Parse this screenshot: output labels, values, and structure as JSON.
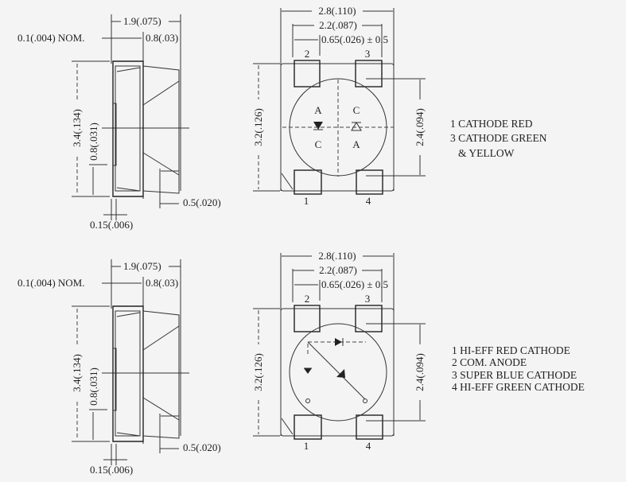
{
  "side_view": {
    "width": "1.9(.075)",
    "nom": "0.1(.004) NOM.",
    "lens": "0.8(.03)",
    "height": "3.4(.134)",
    "pad_height": "0.8(.031)",
    "pad_width": "0.5(.020)",
    "thickness": "0.15(.006)"
  },
  "front_view": {
    "width": "2.8(.110)",
    "pad_span": "2.2(.087)",
    "pad_width": "0.65(.026) ± 0.5",
    "height": "3.2(.126)",
    "lens_dia": "2.4(.094)",
    "pins": [
      "1",
      "2",
      "3",
      "4"
    ]
  },
  "top_package": {
    "symbols": {
      "a1": "A",
      "c1": "C",
      "c2": "C",
      "a2": "A"
    },
    "legend": [
      "1 CATHODE RED",
      "3 CATHODE GREEN",
      "& YELLOW"
    ]
  },
  "bottom_package": {
    "legend": [
      "1 HI-EFF RED CATHODE",
      "2 COM. ANODE",
      "3 SUPER BLUE CATHODE",
      "4 HI-EFF GREEN CATHODE"
    ]
  }
}
